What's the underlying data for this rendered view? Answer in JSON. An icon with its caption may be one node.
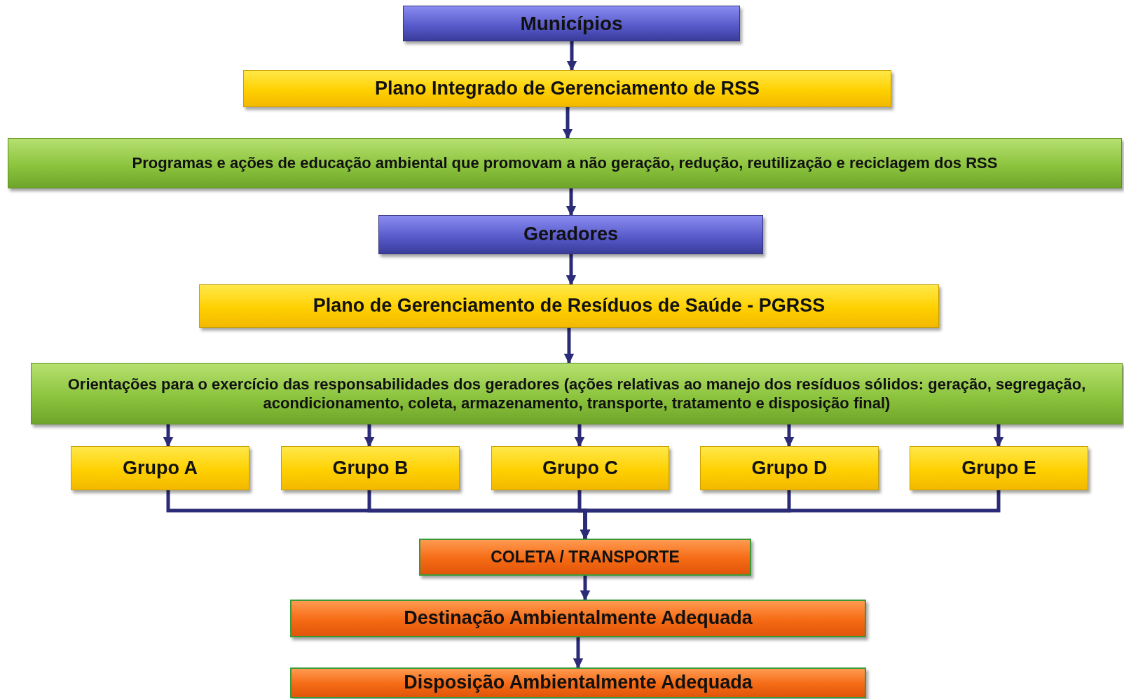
{
  "diagram": {
    "nodes": [
      {
        "text": [
          "Municípios"
        ]
      },
      {
        "text": [
          "Plano Integrado de Gerenciamento de RSS"
        ]
      },
      {
        "text": [
          "Programas e ações de educação ambiental que promovam a não geração, redução, reutilização e reciclagem dos RSS"
        ]
      },
      {
        "text": [
          "Geradores"
        ]
      },
      {
        "text": [
          "Plano de Gerenciamento de Resíduos de Saúde - PGRSS"
        ]
      },
      {
        "text": [
          "Orientações para o exercício das responsabilidades dos geradores (ações relativas ao manejo dos resíduos sólidos: geração, segregação, acondicionamento, coleta, armazenamento, transporte, tratamento e disposição final)"
        ]
      },
      {
        "text": [
          "Grupo A"
        ]
      },
      {
        "text": [
          "Grupo B"
        ]
      },
      {
        "text": [
          "Grupo C"
        ]
      },
      {
        "text": [
          "Grupo D"
        ]
      },
      {
        "text": [
          "Grupo E"
        ]
      },
      {
        "text": [
          "COLETA  / TRANSPORTE"
        ]
      },
      {
        "text": [
          "Destinação Ambientalmente Adequada"
        ]
      },
      {
        "text": [
          "Disposição Ambientalmente Adequada"
        ]
      }
    ],
    "edges": [
      {
        "from": 0,
        "to": 1,
        "arrow": "to"
      },
      {
        "from": 1,
        "to": 2,
        "arrow": "to"
      },
      {
        "from": 2,
        "to": 3,
        "arrow": "to"
      },
      {
        "from": 3,
        "to": 4,
        "arrow": "to"
      },
      {
        "from": 4,
        "to": 5,
        "arrow": "to"
      },
      {
        "from": 5,
        "to": 6,
        "arrow": "to"
      },
      {
        "from": 5,
        "to": 7,
        "arrow": "to"
      },
      {
        "from": 5,
        "to": 8,
        "arrow": "to"
      },
      {
        "from": 5,
        "to": 9,
        "arrow": "to"
      },
      {
        "from": 5,
        "to": 10,
        "arrow": "to"
      },
      {
        "from": 6,
        "to": 11,
        "arrow": "to"
      },
      {
        "from": 7,
        "to": 11,
        "arrow": "to"
      },
      {
        "from": 8,
        "to": 11,
        "arrow": "to"
      },
      {
        "from": 9,
        "to": 11,
        "arrow": "to"
      },
      {
        "from": 10,
        "to": 11,
        "arrow": "to"
      },
      {
        "from": 11,
        "to": 12,
        "arrow": "to"
      },
      {
        "from": 12,
        "to": 13,
        "arrow": "to"
      }
    ]
  }
}
